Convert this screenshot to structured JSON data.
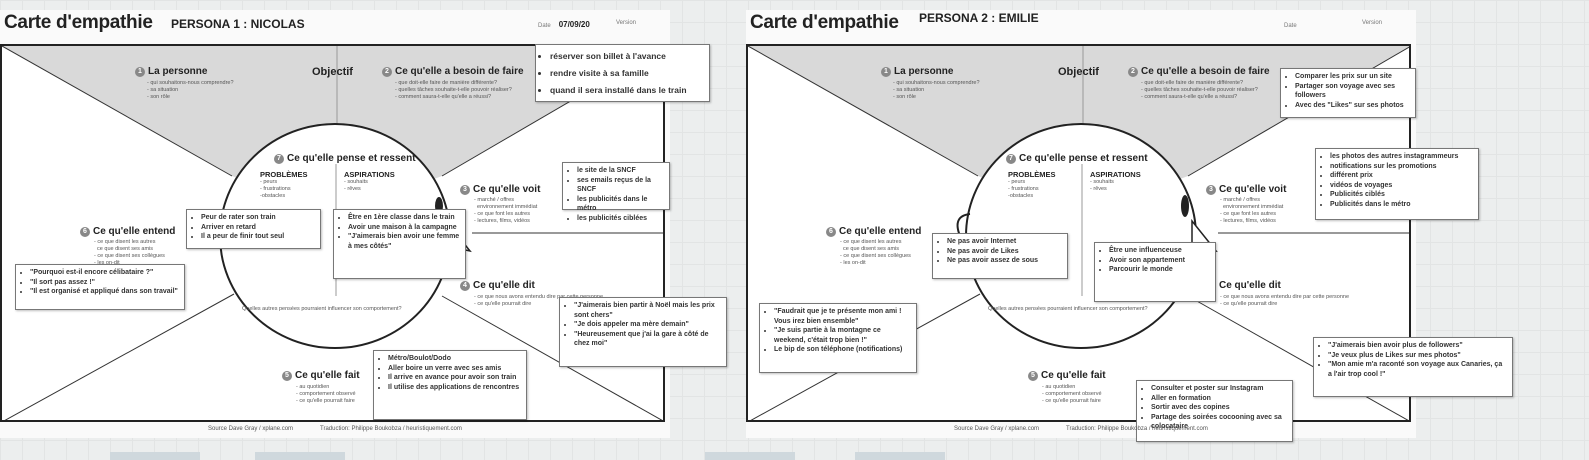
{
  "boards": [
    {
      "title": "Carte d'empathie",
      "persona": "PERSONA 1 : NICOLAS",
      "date_label": "Date",
      "date_value": "07/09/20",
      "version_label": "Version",
      "objective": "Objectif",
      "sections": {
        "s1": {
          "num": "1",
          "title": "La personne",
          "hint": "- qui souhaitons-nous comprendre?\n- sa situation\n- son rôle"
        },
        "s2": {
          "num": "2",
          "title": "Ce qu'elle a besoin de faire",
          "hint": "- que doit-elle faire de manière différente?\n- quelles tâches souhaite-t-elle pouvoir réaliser?\n- comment saura-t-elle qu'elle a réussi?"
        },
        "s3": {
          "num": "3",
          "title": "Ce qu'elle voit",
          "hint": "- marché / offres\n  environnement immédiat\n- ce que font les autres\n- lectures, films, vidéos"
        },
        "s4": {
          "num": "4",
          "title": "Ce qu'elle dit",
          "hint": "- ce que nous avons entendu dire par cette personne\n- ce qu'elle pourrait dire"
        },
        "s5": {
          "num": "5",
          "title": "Ce qu'elle fait",
          "hint": "- au quotidien\n- comportement observé\n- ce qu'elle pourrait faire"
        },
        "s6": {
          "num": "6",
          "title": "Ce qu'elle entend",
          "hint": "- ce que disent les autres\n  ce que disent ses amis\n- ce que disent ses collègues\n- les on-dit"
        },
        "s7": {
          "num": "7",
          "title": "Ce qu'elle pense et ressent"
        }
      },
      "problems_label": "PROBLÈMES",
      "problems_hint": "- peurs\n- frustrations\n-obstacles",
      "aspirations_label": "ASPIRATIONS",
      "aspirations_hint": "- souhaits\n- rêves",
      "other_thoughts": "Quelles autres pensées pourraient influencer son comportement?",
      "footer_source": "Source Dave Gray / xplane.com",
      "footer_translation": "Traduction: Philippe Boukobza / heuristiquement.com",
      "notes": {
        "needs": [
          "réserver son billet à l'avance",
          "rendre visite à sa famille",
          "quand il sera installé dans le train"
        ],
        "sees": [
          "le site de la SNCF",
          "ses emails reçus de la SNCF",
          "les publicités dans le métro",
          "les publicités ciblées"
        ],
        "problems": [
          "Peur de rater son train",
          "Arriver en retard",
          "Il a peur de finir tout seul"
        ],
        "aspirations": [
          "Être en 1ère classe dans le train",
          "Avoir une maison à la campagne",
          "\"J'aimerais bien avoir une femme à mes côtés\""
        ],
        "hears": [
          "\"Pourquoi est-il encore célibataire ?\"",
          "\"Il sort pas assez !\"",
          "\"Il est organisé et appliqué dans son travail\""
        ],
        "says": [
          "\"J'aimerais bien partir à Noël mais les prix sont chers\"",
          "\"Je dois appeler ma mère demain\"",
          "\"Heureusement que j'ai la gare à côté de chez moi\""
        ],
        "does": [
          "Métro/Boulot/Dodo",
          "Aller boire un verre avec ses amis",
          "Il arrive en avance pour avoir son train",
          "Il utilise des applications de rencontres"
        ]
      }
    },
    {
      "title": "Carte d'empathie",
      "persona": "PERSONA 2 : EMILIE",
      "date_label": "Date",
      "date_value": "",
      "version_label": "Version",
      "objective": "Objectif",
      "sections": {
        "s1": {
          "num": "1",
          "title": "La personne",
          "hint": "- qui souhaitons-nous comprendre?\n- sa situation\n- son rôle"
        },
        "s2": {
          "num": "2",
          "title": "Ce qu'elle a besoin de faire",
          "hint": "- que doit-elle faire de manière différente?\n- quelles tâches souhaite-t-elle pouvoir réaliser?\n- comment saura-t-elle qu'elle a réussi?"
        },
        "s3": {
          "num": "3",
          "title": "Ce qu'elle voit",
          "hint": "- marché / offres\n  environnement immédiat\n- ce que font les autres\n- lectures, films, vidéos"
        },
        "s4": {
          "num": "4",
          "title": "Ce qu'elle dit",
          "hint": "- ce que nous avons entendu dire par cette personne\n- ce qu'elle pourrait dire"
        },
        "s5": {
          "num": "5",
          "title": "Ce qu'elle fait",
          "hint": "- au quotidien\n- comportement observé\n- ce qu'elle pourrait faire"
        },
        "s6": {
          "num": "6",
          "title": "Ce qu'elle entend",
          "hint": "- ce que disent les autres\n  ce que disent ses amis\n- ce que disent ses collègues\n- les on-dit"
        },
        "s7": {
          "num": "7",
          "title": "Ce qu'elle pense et ressent"
        }
      },
      "problems_label": "PROBLÈMES",
      "problems_hint": "- peurs\n- frustrations\n-obstacles",
      "aspirations_label": "ASPIRATIONS",
      "aspirations_hint": "- souhaits\n- rêves",
      "other_thoughts": "Quelles autres pensées pourraient influencer son comportement?",
      "footer_source": "Source Dave Gray / xplane.com",
      "footer_translation": "Traduction: Philippe Boukobza / heuristiquement.com",
      "notes": {
        "needs": [
          "Comparer les prix sur un site",
          "Partager son voyage avec ses followers",
          "Avec des \"Likes\" sur ses photos"
        ],
        "sees": [
          "les photos des autres instagrammeurs",
          "notifications sur les promotions",
          "différent prix",
          "vidéos de voyages",
          "Publicités ciblés",
          "Publicités dans le métro"
        ],
        "problems": [
          "Ne pas avoir Internet",
          "Ne pas avoir de Likes",
          "Ne pas avoir assez de sous"
        ],
        "aspirations": [
          "Être une influenceuse",
          "Avoir son appartement",
          "Parcourir le monde"
        ],
        "hears": [
          "\"Faudrait que je te présente  mon ami ! Vous irez bien ensemble\"",
          "\"Je suis partie à la montagne ce weekend, c'était trop bien !\"",
          "Le bip de son téléphone (notifications)"
        ],
        "says": [
          "\"J'aimerais bien avoir plus de followers\"",
          "\"Je veux plus de Likes sur mes photos\"",
          "\"Mon amie m'a raconté son voyage aux Canaries, ça a l'air trop cool !\""
        ],
        "does": [
          "Consulter et poster sur Instagram",
          "Aller en formation",
          "Sortir avec des copines",
          "Partage des soirées cocooning avec sa colocataire"
        ]
      }
    }
  ]
}
